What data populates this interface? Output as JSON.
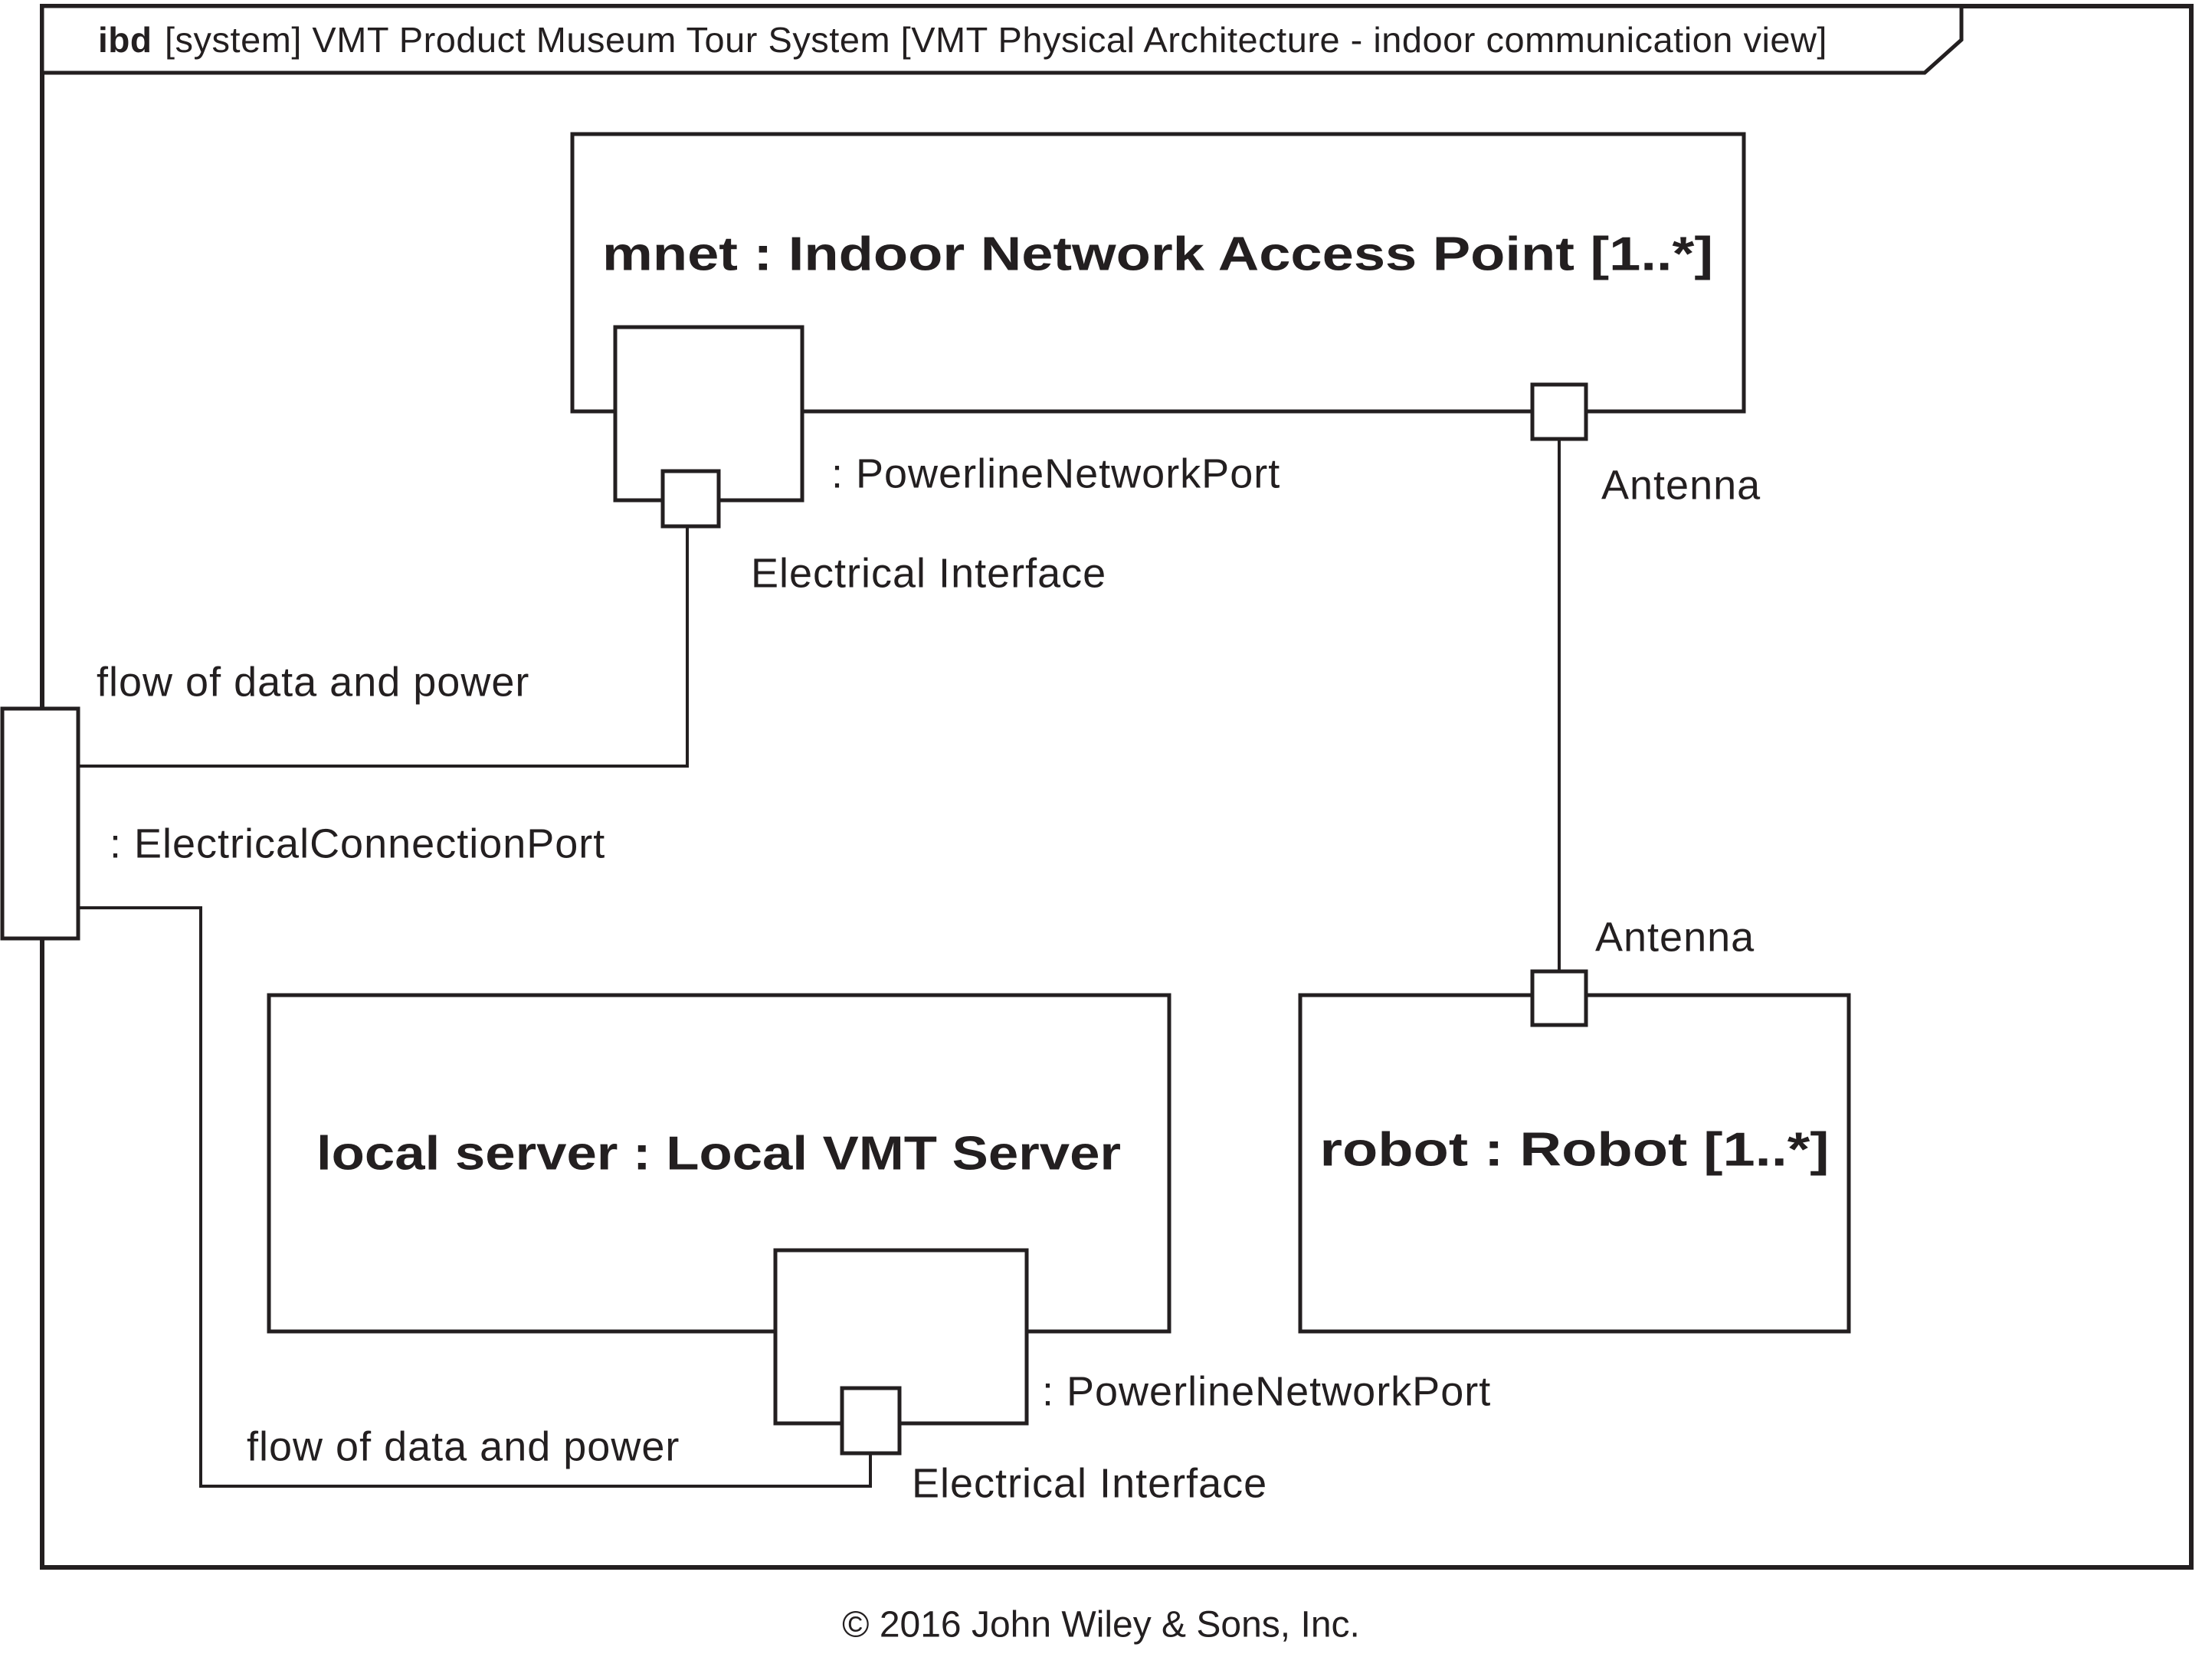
{
  "diagram": {
    "frame_label": {
      "keyword": "ibd",
      "rest": "[system] VMT Product Museum Tour System [VMT Physical Architecture - indoor communication view]"
    },
    "blocks": {
      "mnet": {
        "title": "mnet : Indoor Network Access Point [1..*]"
      },
      "local_server": {
        "title": "local server : Local VMT Server"
      },
      "robot": {
        "title": "robot : Robot [1..*]"
      }
    },
    "labels": {
      "powerline_port_top": ": PowerlineNetworkPort",
      "electrical_interface_top": "Electrical Interface",
      "antenna_top": "Antenna",
      "antenna_bottom": "Antenna",
      "flow_top": "flow of data and power",
      "electrical_connection_port": ": ElectricalConnectionPort",
      "flow_bottom": "flow of data and power",
      "powerline_port_bottom": ": PowerlineNetworkPort",
      "electrical_interface_bottom": "Electrical Interface"
    },
    "footer": {
      "copyright": "© 2016 John Wiley & Sons, Inc."
    },
    "colors": {
      "ink": "#231f20",
      "background": "#ffffff"
    }
  }
}
